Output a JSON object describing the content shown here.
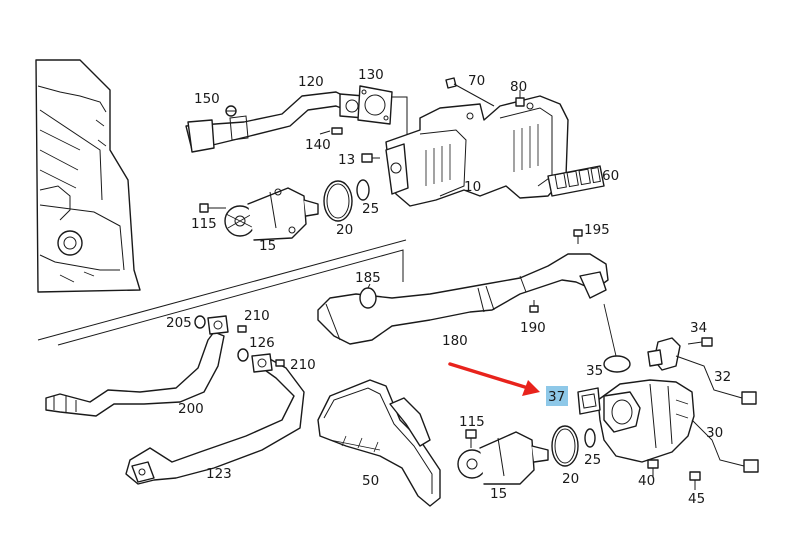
{
  "callouts": {
    "c10": "10",
    "c13": "13",
    "c15": "15",
    "c15b": "15",
    "c20": "20",
    "c20b": "20",
    "c25": "25",
    "c25b": "25",
    "c30": "30",
    "c32": "32",
    "c34": "34",
    "c35": "35",
    "c37": "37",
    "c40": "40",
    "c45": "45",
    "c50": "50",
    "c60": "60",
    "c70": "70",
    "c80": "80",
    "c115": "115",
    "c115b": "115",
    "c120": "120",
    "c123": "123",
    "c126": "126",
    "c130": "130",
    "c140": "140",
    "c150": "150",
    "c180": "180",
    "c185": "185",
    "c190": "190",
    "c195": "195",
    "c200": "200",
    "c205": "205",
    "c210": "210",
    "c210b": "210"
  },
  "highlight": {
    "callout": "37",
    "color": "#8ec8e8",
    "arrow_color": "#e8231c"
  }
}
